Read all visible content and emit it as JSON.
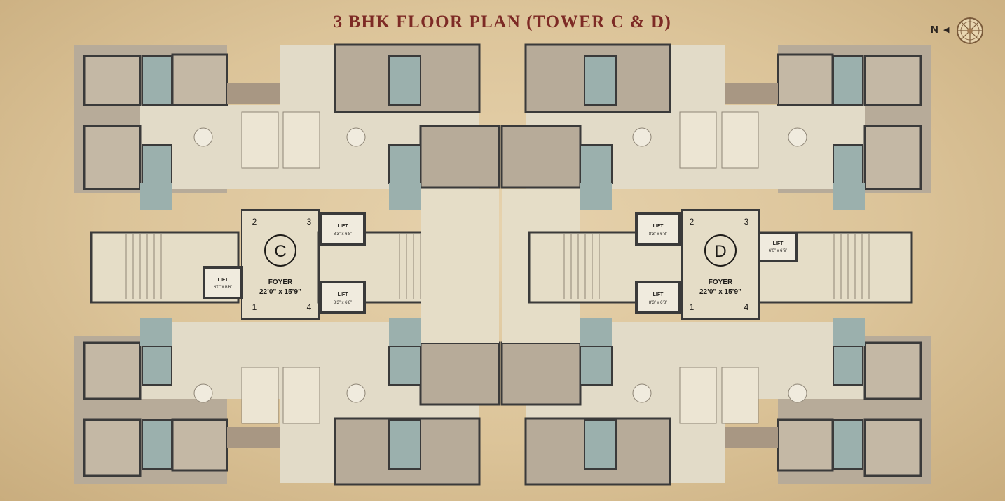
{
  "title": "3 BHK FLOOR PLAN (TOWER C & D)",
  "north_label": "N",
  "north_arrow": "◀",
  "compass_icon": "compass-rose-icon",
  "colors": {
    "title": "#7d2a25",
    "wall": "#3a3a3a",
    "floor_living": "#e2dbc8",
    "floor_room": "#b7ab99",
    "floor_bath": "#9bb0ad",
    "balcony": "#a89783",
    "corridor": "#e5ddc7"
  },
  "towers": [
    {
      "letter": "C",
      "foyer_label": "FOYER",
      "foyer_size": "22’0” x 15’9”",
      "units": [
        "1",
        "2",
        "3",
        "4"
      ],
      "lifts": [
        {
          "label": "LIFT",
          "size": "8’3” x 6’8”"
        },
        {
          "label": "LIFT",
          "size": "6’0” x 6’6”"
        },
        {
          "label": "LIFT",
          "size": "8’3” x 6’8”"
        }
      ]
    },
    {
      "letter": "D",
      "foyer_label": "FOYER",
      "foyer_size": "22’0” x 15’9”",
      "units": [
        "1",
        "2",
        "3",
        "4"
      ],
      "lifts": [
        {
          "label": "LIFT",
          "size": "8’3” x 6’8”"
        },
        {
          "label": "LIFT",
          "size": "6’0” x 6’6”"
        },
        {
          "label": "LIFT",
          "size": "8’3” x 6’8”"
        }
      ]
    }
  ]
}
